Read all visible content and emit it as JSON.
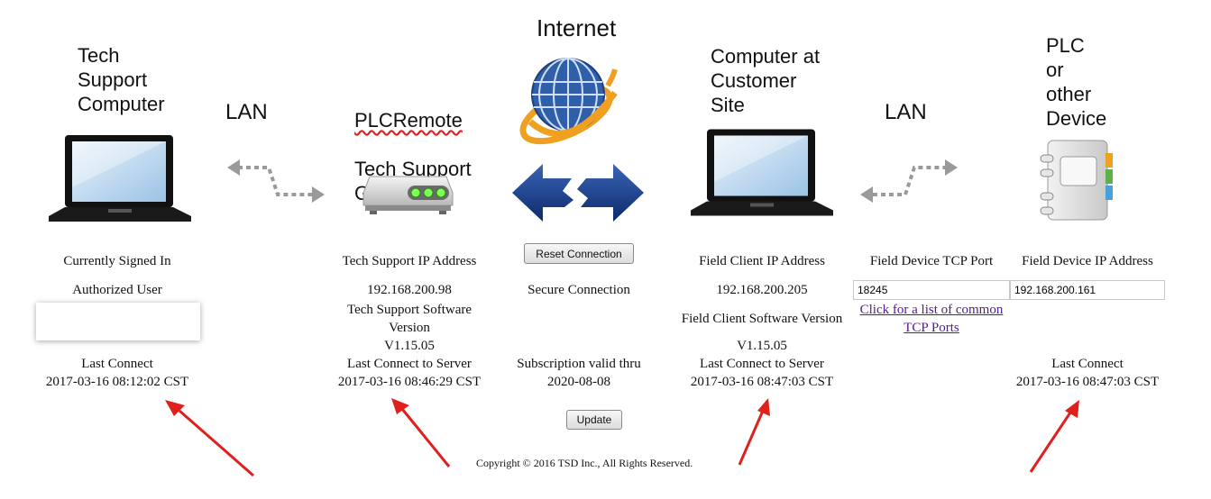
{
  "headings": {
    "tech_support_computer": "Tech\nSupport\nComputer",
    "lan_left": "LAN",
    "gateway_line1": "PLCRemote",
    "gateway_rest": "Tech Support\nGateway",
    "internet": "Internet",
    "customer_computer": "Computer at\nCustomer\nSite",
    "lan_right": "LAN",
    "plc_device": "PLC\nor\nother\nDevice"
  },
  "tech_support": {
    "signed_in_label": "Currently Signed In",
    "authorized_user_label": "Authorized User",
    "authorized_user_value": "",
    "last_connect_label": "Last Connect",
    "last_connect_value": "2017-03-16 08:12:02 CST"
  },
  "gateway": {
    "ip_label": "Tech Support IP Address",
    "ip_value": "192.168.200.98",
    "version_label": "Tech Support Software Version",
    "version_value": "V1.15.05",
    "last_connect_label": "Last Connect to Server",
    "last_connect_value": "2017-03-16 08:46:29 CST"
  },
  "internet": {
    "reset_button": "Reset Connection",
    "status": "Secure Connection",
    "subscription_label": "Subscription valid thru",
    "subscription_value": "2020-08-08",
    "update_button": "Update"
  },
  "field_client": {
    "ip_label": "Field Client IP Address",
    "ip_value": "192.168.200.205",
    "version_label": "Field Client Software Version",
    "version_value": "V1.15.05",
    "last_connect_label": "Last Connect to Server",
    "last_connect_value": "2017-03-16 08:47:03 CST"
  },
  "field_device": {
    "port_label": "Field Device TCP Port",
    "port_value": "18245",
    "ports_link": "Click for a list of common TCP Ports",
    "ip_label": "Field Device IP Address",
    "ip_value": "192.168.200.161",
    "last_connect_label": "Last Connect",
    "last_connect_value": "2017-03-16 08:47:03 CST"
  },
  "footer": {
    "copyright": "Copyright © 2016 TSD Inc., All Rights Reserved."
  },
  "colors": {
    "arrow_red": "#e0201c",
    "link_purple": "#551a8b",
    "globe_blue": "#2f5fa8",
    "ring_orange": "#f0a020"
  },
  "icons": [
    "laptop-icon",
    "dashed-arrow-icon",
    "router-icon",
    "globe-icon",
    "broken-arrows-icon",
    "plc-device-icon",
    "red-arrow-icon"
  ]
}
